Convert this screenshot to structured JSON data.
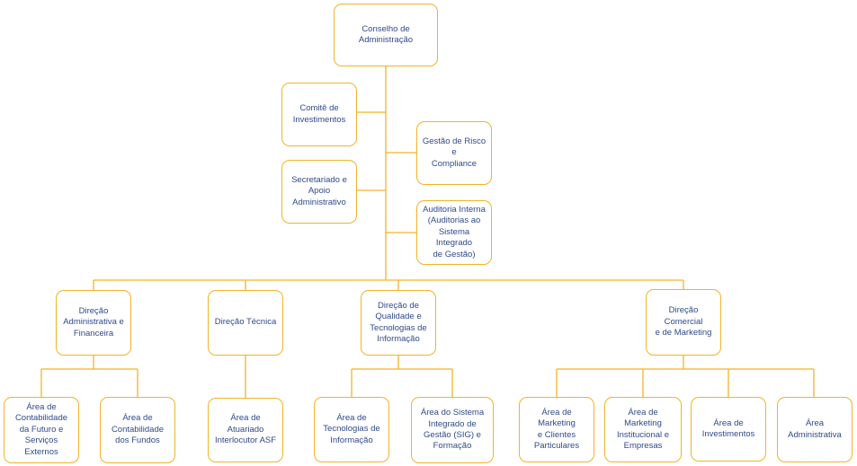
{
  "colors": {
    "box_border": "#F0B429",
    "connector": "#F0B429",
    "text": "#2F4A8A"
  },
  "org_chart": {
    "top": "Conselho de\nAdministração",
    "committees": {
      "investimentos": "Comitê de\nInvestimentos",
      "secretariado": "Secretariado e\nApoio\nAdministrativo",
      "risco": "Gestão de Risco e\nCompliance",
      "auditoria": "Auditoria Interna\n(Auditorias ao\nSistema Integrado\nde Gestão)"
    },
    "directorates": [
      {
        "label": "Direção\nAdministrativa e\nFinanceira",
        "areas": [
          "Área de\nContabilidade\nda Futuro e\nServiços Externos",
          "Área de\nContabilidade\ndos Fundos"
        ]
      },
      {
        "label": "Direção Técnica",
        "areas": [
          "Área de Atuariado\nInterlocutor ASF"
        ]
      },
      {
        "label": "Direção de\nQualidade e\nTecnologias de\nInformação",
        "areas": [
          "Área de\nTecnologias de\nInformação",
          "Área do Sistema\nIntegrado de\nGestão (SIG) e\nFormação"
        ]
      },
      {
        "label": "Direção Comercial\ne de Marketing",
        "areas": [
          "Área de Marketing\ne Clientes\nParticulares",
          "Área de Marketing\nInstitucional e\nEmpresas",
          "Área de\nInvestimentos",
          "Área\nAdministrativa"
        ]
      }
    ]
  }
}
